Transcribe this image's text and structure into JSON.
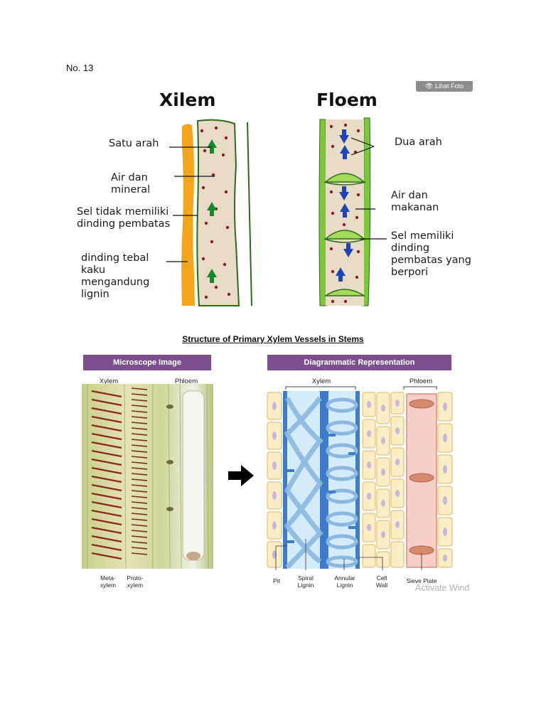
{
  "page": {
    "number_label": "No. 13"
  },
  "figure1": {
    "badge": "Lihat Foto",
    "xilem": {
      "title": "Xilem",
      "labels": [
        "Satu arah",
        "Air dan\nmineral",
        "Sel tidak memiliki\ndinding pembatas",
        "dinding tebal\nkaku\nmengandung\nlignin"
      ]
    },
    "floem": {
      "title": "Floem",
      "labels": [
        "Dua arah",
        "Air dan\nmakanan",
        "Sel memiliki\ndinding\npembatas yang\nberpori"
      ]
    }
  },
  "figure2": {
    "title": "Structure of Primary Xylem Vessels in Stems",
    "microscope": {
      "banner": "Microscope Image",
      "headers": [
        "Xylem",
        "Phloem"
      ],
      "captions": [
        "Meta-\nxylem",
        "Proto-\nxylem"
      ]
    },
    "diagram": {
      "banner": "Diagrammatic Representation",
      "headers": [
        "Xylem",
        "Phloem"
      ],
      "captions": [
        "Pit",
        "Spiral\nLignin",
        "Annular\nLignin",
        "Cell\nWall",
        "Sieve Plate"
      ]
    }
  },
  "watermark": "Activate Wind",
  "colors": {
    "lignin_orange": "#f5a519",
    "cell_fill": "#e9dcc6",
    "dot_red": "#8b1c2a",
    "arrow_green": "#15882e",
    "arrow_blue": "#1f44b8",
    "floem_green": "#7cc83a",
    "banner_purple": "#7d4f8f"
  }
}
